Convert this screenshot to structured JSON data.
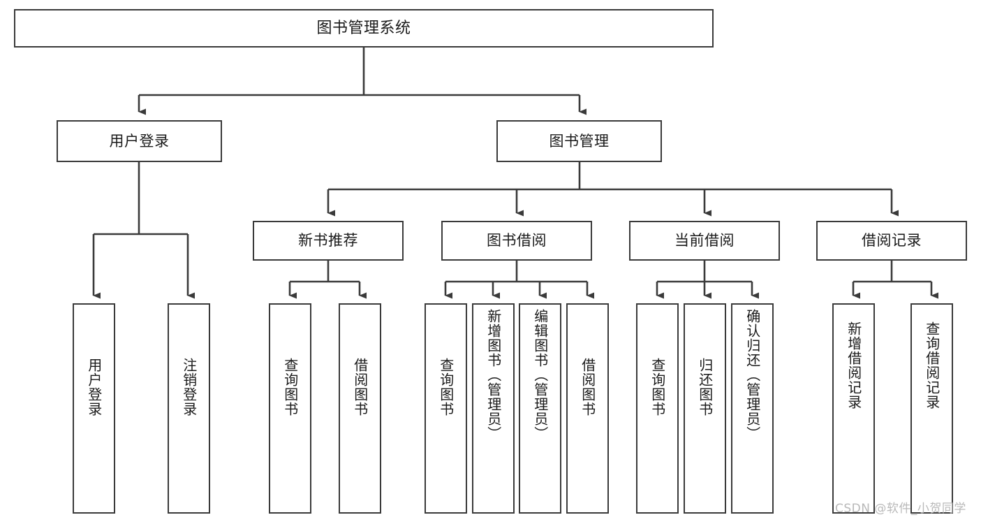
{
  "diagram": {
    "type": "tree-hierarchy",
    "title": "图书管理系统",
    "watermark": "CSDN @软件_小贺同学",
    "colors": {
      "box_border": "#3a3a3a",
      "box_fill": "#ffffff",
      "connector": "#3a3a3a",
      "text": "#1a1a1a",
      "watermark": "#b9b9b9",
      "background": "#ffffff"
    },
    "nodes": {
      "root": {
        "label": "图书管理系统"
      },
      "level2": [
        {
          "id": "user-login",
          "label": "用户登录"
        },
        {
          "id": "book-management",
          "label": "图书管理"
        }
      ],
      "level3": [
        {
          "id": "new-book-recommend",
          "label": "新书推荐"
        },
        {
          "id": "book-borrow",
          "label": "图书借阅"
        },
        {
          "id": "current-borrow",
          "label": "当前借阅"
        },
        {
          "id": "borrow-record",
          "label": "借阅记录"
        }
      ],
      "leaves": {
        "user-login": [
          {
            "id": "leaf-user-login",
            "label": "用户登录"
          },
          {
            "id": "leaf-logout-login",
            "label": "注销登录"
          }
        ],
        "new-book-recommend": [
          {
            "id": "leaf-query-book-1",
            "label": "查询图书"
          },
          {
            "id": "leaf-borrow-book-1",
            "label": "借阅图书"
          }
        ],
        "book-borrow": [
          {
            "id": "leaf-query-book-2",
            "label": "查询图书"
          },
          {
            "id": "leaf-add-book",
            "label": "新增图书（管理员）"
          },
          {
            "id": "leaf-edit-book",
            "label": "编辑图书（管理员）"
          },
          {
            "id": "leaf-borrow-book-2",
            "label": "借阅图书"
          }
        ],
        "current-borrow": [
          {
            "id": "leaf-query-book-3",
            "label": "查询图书"
          },
          {
            "id": "leaf-return-book",
            "label": "归还图书"
          },
          {
            "id": "leaf-confirm-return",
            "label": "确认归还（管理员）"
          }
        ],
        "borrow-record": [
          {
            "id": "leaf-add-record",
            "label": "新增借阅记录"
          },
          {
            "id": "leaf-query-record",
            "label": "查询借阅记录"
          }
        ]
      }
    }
  }
}
